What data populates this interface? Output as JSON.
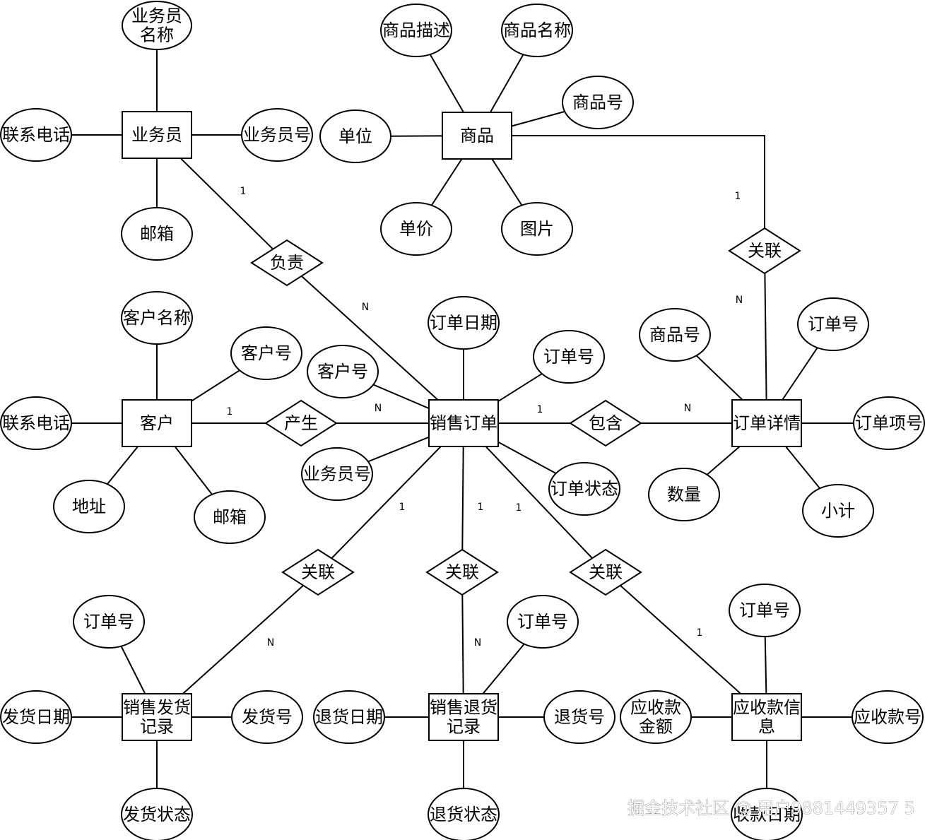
{
  "entities": [
    {
      "id": "salesman",
      "label": [
        "业务员"
      ]
    },
    {
      "id": "product",
      "label": [
        "商品"
      ]
    },
    {
      "id": "customer",
      "label": [
        "客户"
      ]
    },
    {
      "id": "order",
      "label": [
        "销售订单"
      ]
    },
    {
      "id": "detail",
      "label": [
        "订单详情"
      ]
    },
    {
      "id": "ship",
      "label": [
        "销售发货",
        "记录"
      ]
    },
    {
      "id": "ret",
      "label": [
        "销售退货",
        "记录"
      ]
    },
    {
      "id": "recv",
      "label": [
        "应收款信",
        "息"
      ]
    }
  ],
  "attributes": [
    {
      "id": "a1",
      "label": [
        "业务员",
        "名称"
      ],
      "of": "salesman"
    },
    {
      "id": "a2",
      "label": [
        "联系电话"
      ],
      "of": "salesman"
    },
    {
      "id": "a3",
      "label": [
        "业务员号"
      ],
      "of": "salesman"
    },
    {
      "id": "a4",
      "label": [
        "邮箱"
      ],
      "of": "salesman"
    },
    {
      "id": "a5",
      "label": [
        "商品描述"
      ],
      "of": "product"
    },
    {
      "id": "a6",
      "label": [
        "商品名称"
      ],
      "of": "product"
    },
    {
      "id": "a7",
      "label": [
        "商品号"
      ],
      "of": "product"
    },
    {
      "id": "a8",
      "label": [
        "单位"
      ],
      "of": "product"
    },
    {
      "id": "a9",
      "label": [
        "单价"
      ],
      "of": "product"
    },
    {
      "id": "a10",
      "label": [
        "图片"
      ],
      "of": "product"
    },
    {
      "id": "a11",
      "label": [
        "客户名称"
      ],
      "of": "customer"
    },
    {
      "id": "a12",
      "label": [
        "客户号"
      ],
      "of": "customer"
    },
    {
      "id": "a13",
      "label": [
        "联系电话"
      ],
      "of": "customer"
    },
    {
      "id": "a14",
      "label": [
        "地址"
      ],
      "of": "customer"
    },
    {
      "id": "a15",
      "label": [
        "邮箱"
      ],
      "of": "customer"
    },
    {
      "id": "a16",
      "label": [
        "订单日期"
      ],
      "of": "order"
    },
    {
      "id": "a17",
      "label": [
        "客户号"
      ],
      "of": "order"
    },
    {
      "id": "a18",
      "label": [
        "订单号"
      ],
      "of": "order"
    },
    {
      "id": "a19",
      "label": [
        "业务员号"
      ],
      "of": "order"
    },
    {
      "id": "a20",
      "label": [
        "订单状态"
      ],
      "of": "order"
    },
    {
      "id": "a21",
      "label": [
        "商品号"
      ],
      "of": "detail"
    },
    {
      "id": "a22",
      "label": [
        "订单号"
      ],
      "of": "detail"
    },
    {
      "id": "a23",
      "label": [
        "订单项号"
      ],
      "of": "detail"
    },
    {
      "id": "a24",
      "label": [
        "数量"
      ],
      "of": "detail"
    },
    {
      "id": "a25",
      "label": [
        "小计"
      ],
      "of": "detail"
    },
    {
      "id": "a26",
      "label": [
        "订单号"
      ],
      "of": "ship"
    },
    {
      "id": "a27",
      "label": [
        "发货日期"
      ],
      "of": "ship"
    },
    {
      "id": "a28",
      "label": [
        "发货号"
      ],
      "of": "ship"
    },
    {
      "id": "a29",
      "label": [
        "发货状态"
      ],
      "of": "ship"
    },
    {
      "id": "a30",
      "label": [
        "订单号"
      ],
      "of": "ret"
    },
    {
      "id": "a31",
      "label": [
        "退货日期"
      ],
      "of": "ret"
    },
    {
      "id": "a32",
      "label": [
        "退货号"
      ],
      "of": "ret"
    },
    {
      "id": "a33",
      "label": [
        "退货状态"
      ],
      "of": "ret"
    },
    {
      "id": "a34",
      "label": [
        "订单号"
      ],
      "of": "recv"
    },
    {
      "id": "a35",
      "label": [
        "应收款",
        "金额"
      ],
      "of": "recv"
    },
    {
      "id": "a36",
      "label": [
        "应收款号"
      ],
      "of": "recv"
    },
    {
      "id": "a37",
      "label": [
        "收款日期"
      ],
      "of": "recv"
    }
  ],
  "relationships": [
    {
      "id": "r1",
      "label": "负责",
      "from": "salesman",
      "to": "order",
      "card_from": "1",
      "card_to": "N"
    },
    {
      "id": "r2",
      "label": "关联",
      "from": "product",
      "to": "detail",
      "card_from": "1",
      "card_to": "N"
    },
    {
      "id": "r3",
      "label": "产生",
      "from": "customer",
      "to": "order",
      "card_from": "1",
      "card_to": "N"
    },
    {
      "id": "r4",
      "label": "包含",
      "from": "order",
      "to": "detail",
      "card_from": "1",
      "card_to": "N"
    },
    {
      "id": "r5",
      "label": "关联",
      "from": "order",
      "to": "ship",
      "card_from": "1",
      "card_to": "N"
    },
    {
      "id": "r6",
      "label": "关联",
      "from": "order",
      "to": "ret",
      "card_from": "1",
      "card_to": "N"
    },
    {
      "id": "r7",
      "label": "关联",
      "from": "order",
      "to": "recv",
      "card_from": "1",
      "card_to": "1"
    }
  ],
  "watermark": "掘金技术社区 @ 用户9881449357 5"
}
